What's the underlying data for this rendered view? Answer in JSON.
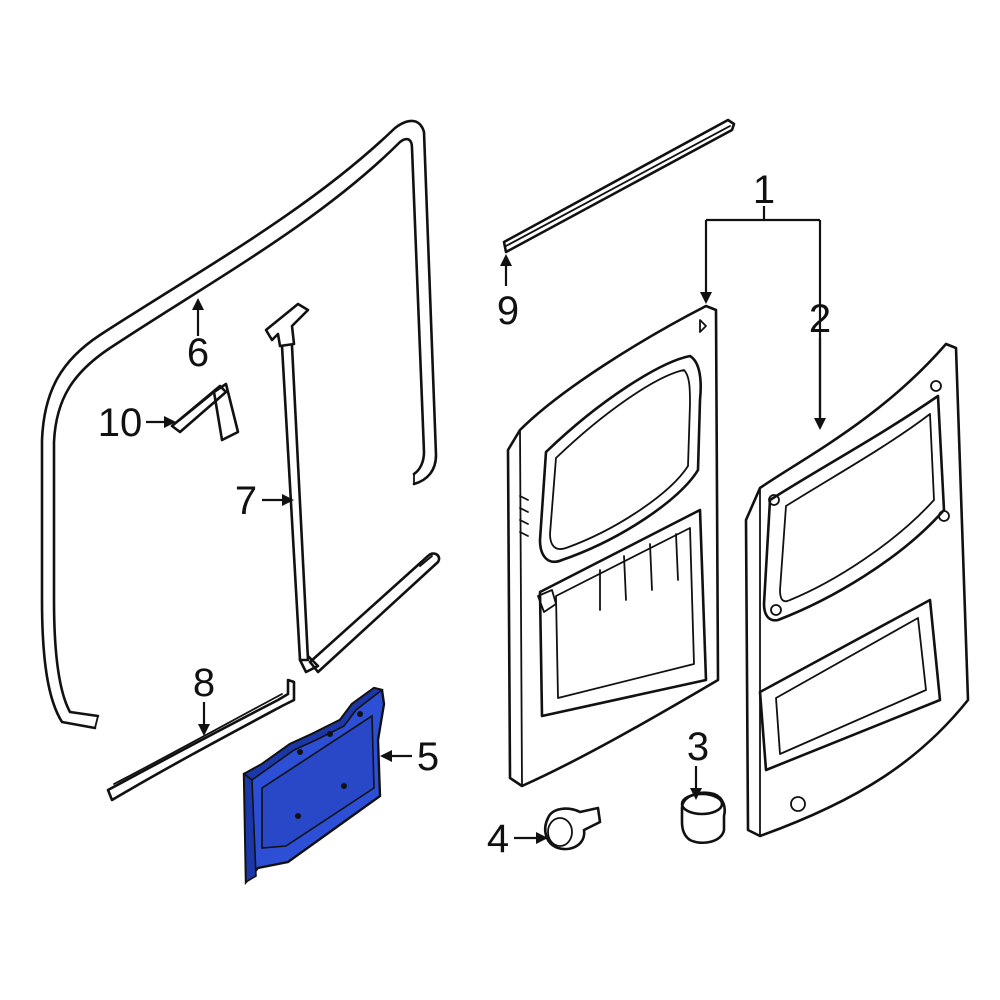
{
  "colors": {
    "line": "#111111",
    "highlight": "#2d4fd6",
    "highlight_dark": "#1c37a8",
    "background": "#ffffff"
  },
  "callouts": [
    {
      "id": "1",
      "label": "1"
    },
    {
      "id": "2",
      "label": "2"
    },
    {
      "id": "3",
      "label": "3"
    },
    {
      "id": "4",
      "label": "4"
    },
    {
      "id": "5",
      "label": "5"
    },
    {
      "id": "6",
      "label": "6"
    },
    {
      "id": "7",
      "label": "7"
    },
    {
      "id": "8",
      "label": "8"
    },
    {
      "id": "9",
      "label": "9"
    },
    {
      "id": "10",
      "label": "10"
    }
  ]
}
